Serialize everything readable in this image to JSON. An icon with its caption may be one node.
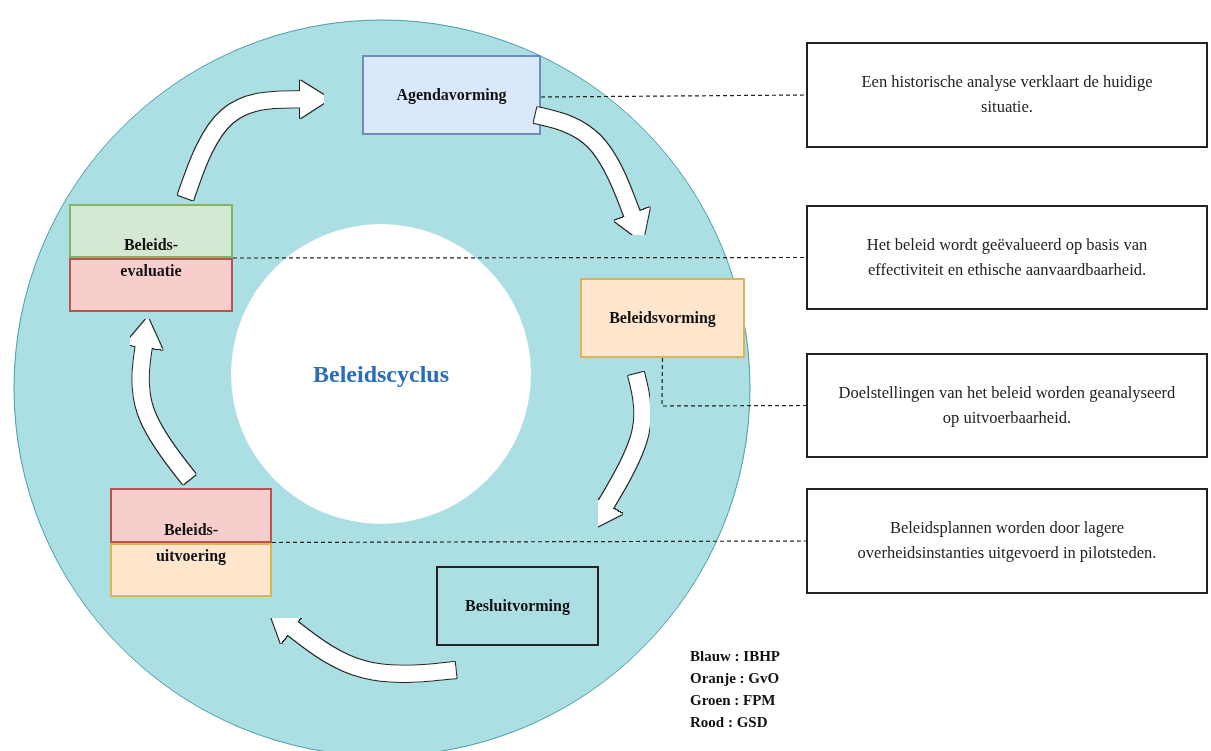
{
  "diagram": {
    "nodes": [
      {
        "text": [
          "Beleidscyclus"
        ]
      },
      {
        "text": [
          "Agendavorming"
        ]
      },
      {
        "text": [
          "Beleidsvorming"
        ]
      },
      {
        "text": [
          "Besluitvorming"
        ]
      },
      {
        "text": [
          "Beleids- uitvoering"
        ]
      },
      {
        "text": [
          "Beleids- evaluatie"
        ]
      },
      {
        "text": [
          "Een historische analyse verklaart de huidige situatie."
        ]
      },
      {
        "text": [
          "Het beleid wordt geëvalueerd op basis van effectiviteit en ethische aanvaardbaarheid."
        ]
      },
      {
        "text": [
          "Doelstellingen van het beleid worden geanalyseerd op uitvoerbaarheid."
        ]
      },
      {
        "text": [
          "Beleidsplannen worden door lagere overheidsinstanties uitgevoerd in pilotsteden."
        ]
      }
    ],
    "edges": [
      {
        "from": 1,
        "to": 2,
        "arrow": "to"
      },
      {
        "from": 2,
        "to": 3,
        "arrow": "to"
      },
      {
        "from": 3,
        "to": 4,
        "arrow": "to"
      },
      {
        "from": 4,
        "to": 5,
        "arrow": "to"
      },
      {
        "from": 5,
        "to": 1,
        "arrow": "to"
      },
      {
        "from": 1,
        "to": 6,
        "arrow": "none",
        "style": "dashed",
        "color": "#222222"
      },
      {
        "from": 5,
        "to": 7,
        "arrow": "none",
        "style": "dashed",
        "color": "#222222"
      },
      {
        "from": 2,
        "to": 8,
        "arrow": "none",
        "style": "dashed",
        "color": "#222222"
      },
      {
        "from": 4,
        "to": 9,
        "arrow": "none",
        "style": "dashed",
        "color": "#222222"
      }
    ],
    "labels": [
      "Blauw : IBHP",
      "Oranje : GvO",
      "Groen : FPM",
      "Rood : GSD"
    ]
  }
}
